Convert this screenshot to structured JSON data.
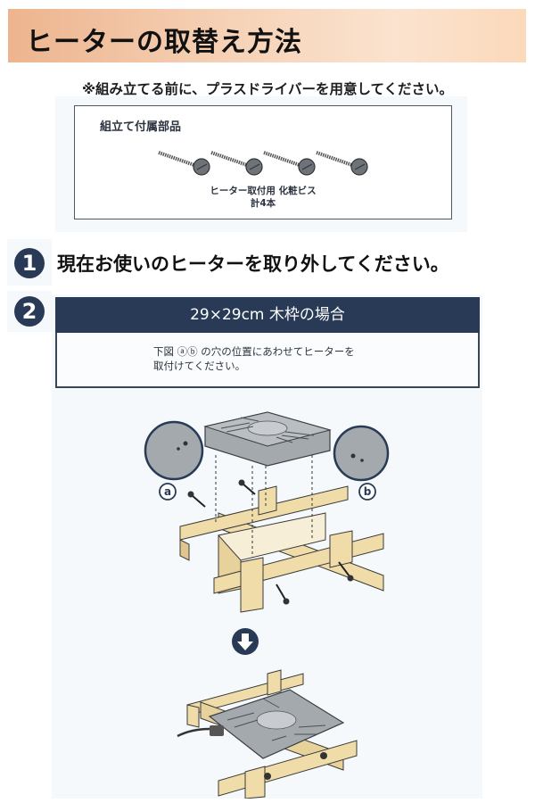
{
  "header": {
    "title": "ヒーターの取替え方法"
  },
  "note": "※組み立てる前に、プラスドライバーを用意してください。",
  "parts": {
    "title": "組立て付属部品",
    "screw_count": 4,
    "caption_line1": "ヒーター取付用 化粧ビス",
    "caption_line2": "計4本"
  },
  "steps": [
    {
      "number": "1",
      "text": "現在お使いのヒーターを取り外してください。"
    },
    {
      "number": "2",
      "text": ""
    }
  ],
  "frame_section": {
    "header": "29×29cm 木枠の場合",
    "instruction_line1": "下図 ⓐⓑ の穴の位置にあわせてヒーターを",
    "instruction_line2": "取付けてください。",
    "label_a": "a",
    "label_b": "b",
    "arrow_icon": "down-arrow-icon"
  },
  "colors": {
    "navy": "#283a55",
    "wood": "#f0dca8",
    "heater_gray": "#a4a9ae",
    "title_gradient_start": "#edb48e",
    "title_gradient_end": "#fbd9bb"
  }
}
